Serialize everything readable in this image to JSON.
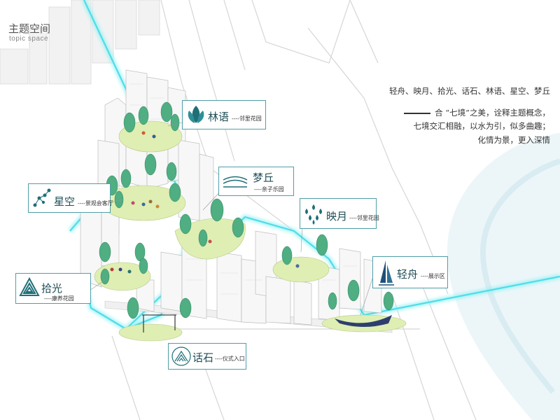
{
  "header": {
    "title": "主题空间",
    "subtitle": "topic space"
  },
  "description": {
    "line1": "轻舟、映月、拾光、话石、林语、星空、梦丘",
    "line2": "合 “七境”之美，诠释主题概念，",
    "line3": "七境交汇相融，以水为引，似多曲趣；",
    "line4": "化情为景，更入深情"
  },
  "labels": {
    "linyu": {
      "name": "林语",
      "sub": "----邻里花园",
      "icon": "leaf-icon"
    },
    "mengqiu": {
      "name": "梦丘",
      "sub": "----亲子乐园",
      "icon": "hill-lines-icon"
    },
    "xingkong": {
      "name": "星空",
      "sub": "----景观会客厅",
      "icon": "constellation-icon"
    },
    "yingyue": {
      "name": "映月",
      "sub": "----邻里花园",
      "icon": "water-drops-icon"
    },
    "shiguang": {
      "name": "拾光",
      "sub": "----康养花园",
      "icon": "triangle-icon"
    },
    "qingzhou": {
      "name": "轻舟",
      "sub": "----展示区",
      "icon": "sail-icon"
    },
    "huashi": {
      "name": "话石",
      "sub": "----仪式入口",
      "icon": "stone-arches-icon"
    }
  },
  "colors": {
    "accent": "#4f9fa8",
    "water": "#5fe3ec",
    "lawn": "#dfeeb2",
    "tree": "#4fae82",
    "building": "#f4f4f4"
  }
}
